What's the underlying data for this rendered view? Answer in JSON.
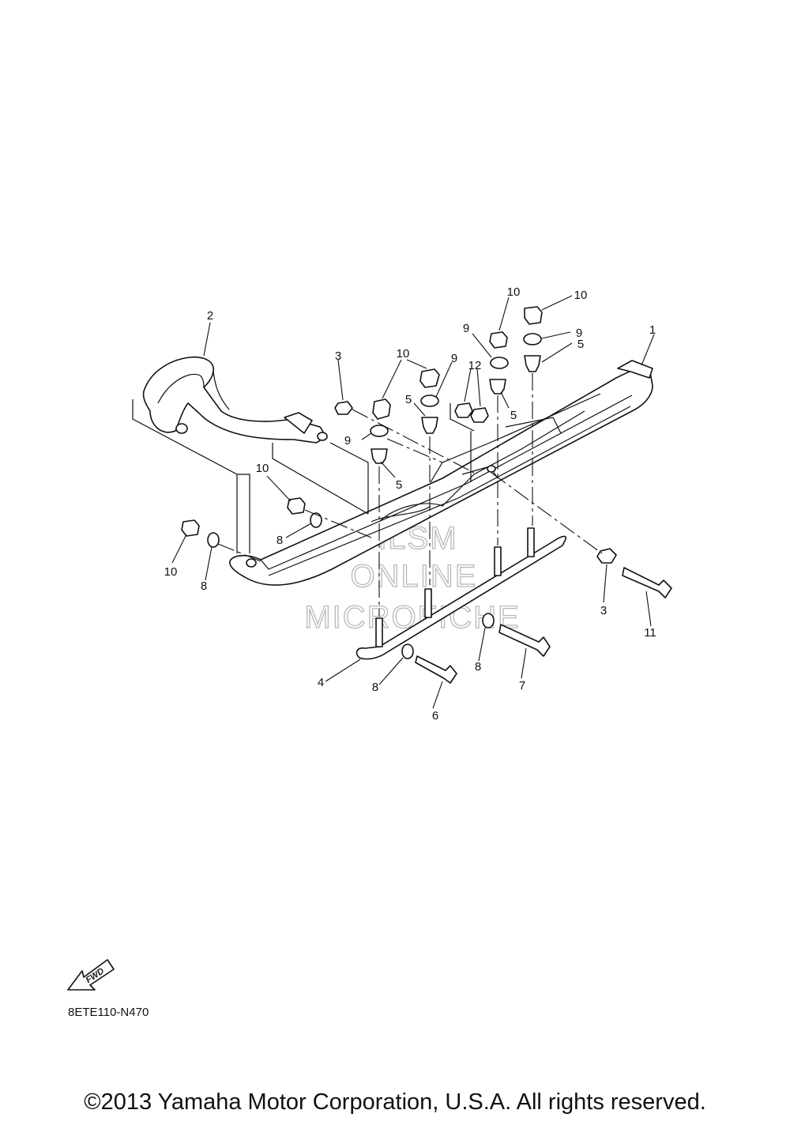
{
  "diagram": {
    "callouts": [
      {
        "id": "c1",
        "label": "1"
      },
      {
        "id": "c2",
        "label": "2"
      },
      {
        "id": "c3a",
        "label": "3"
      },
      {
        "id": "c3b",
        "label": "3"
      },
      {
        "id": "c4",
        "label": "4"
      },
      {
        "id": "c5a",
        "label": "5"
      },
      {
        "id": "c5b",
        "label": "5"
      },
      {
        "id": "c5c",
        "label": "5"
      },
      {
        "id": "c5d",
        "label": "5"
      },
      {
        "id": "c6",
        "label": "6"
      },
      {
        "id": "c7",
        "label": "7"
      },
      {
        "id": "c8a",
        "label": "8"
      },
      {
        "id": "c8b",
        "label": "8"
      },
      {
        "id": "c8c",
        "label": "8"
      },
      {
        "id": "c8d",
        "label": "8"
      },
      {
        "id": "c9a",
        "label": "9"
      },
      {
        "id": "c9b",
        "label": "9"
      },
      {
        "id": "c9c",
        "label": "9"
      },
      {
        "id": "c9d",
        "label": "9"
      },
      {
        "id": "c10a",
        "label": "10"
      },
      {
        "id": "c10b",
        "label": "10"
      },
      {
        "id": "c10c",
        "label": "10"
      },
      {
        "id": "c10d",
        "label": "10"
      },
      {
        "id": "c10e",
        "label": "10"
      },
      {
        "id": "c11",
        "label": "11"
      },
      {
        "id": "c12",
        "label": "12"
      }
    ],
    "fwd_label": "FWD",
    "watermark": [
      "HLSM",
      "ONLINE",
      "MICROFICHE"
    ],
    "diagram_code": "8ETE110-N470"
  },
  "footer": {
    "copyright": "©2013 Yamaha Motor Corporation, U.S.A. All rights reserved."
  }
}
